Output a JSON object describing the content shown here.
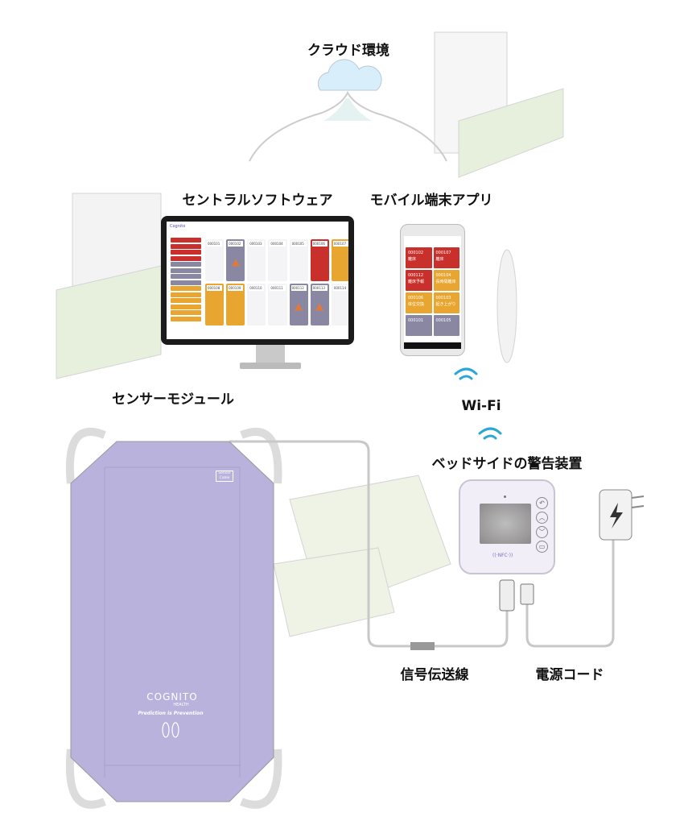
{
  "labels": {
    "cloud": "クラウド環境",
    "central": "セントラルソフトウェア",
    "mobile": "モバイル端末アプリ",
    "sensor": "センサーモジュール",
    "wifi": "Wi-Fi",
    "bedside": "ベッドサイドの警告装置",
    "signal": "信号伝送線",
    "power": "電源コード"
  },
  "colors": {
    "red": "#c9302c",
    "orange": "#e8a630",
    "grey": "#8a87a3",
    "white": "#f4f4f6",
    "mat": "#b8b2dc"
  },
  "monitor": {
    "logo": "Cognito",
    "tiles": [
      {
        "id": "000101",
        "s": "white"
      },
      {
        "id": "000102",
        "s": "grey"
      },
      {
        "id": "000103",
        "s": "white"
      },
      {
        "id": "000104",
        "s": "white"
      },
      {
        "id": "000105",
        "s": "white"
      },
      {
        "id": "000106",
        "s": "red"
      },
      {
        "id": "000107",
        "s": "orange"
      },
      {
        "id": "000108",
        "s": "orange"
      },
      {
        "id": "000109",
        "s": "orange"
      },
      {
        "id": "000110",
        "s": "white"
      },
      {
        "id": "000111",
        "s": "white"
      },
      {
        "id": "000112",
        "s": "grey"
      },
      {
        "id": "000113",
        "s": "grey"
      },
      {
        "id": "000114",
        "s": "white"
      }
    ],
    "sidebar": [
      "red",
      "red",
      "red",
      "red",
      "grey",
      "grey",
      "grey",
      "grey",
      "orange",
      "orange",
      "orange",
      "orange",
      "orange",
      "orange"
    ]
  },
  "phone": {
    "tiles": [
      {
        "id": "000102",
        "text": "離床",
        "s": "red"
      },
      {
        "id": "000107",
        "text": "離床",
        "s": "red"
      },
      {
        "id": "000112",
        "text": "離床予報",
        "s": "red"
      },
      {
        "id": "000104",
        "text": "長時間離床",
        "s": "orange"
      },
      {
        "id": "000106",
        "text": "体位交換",
        "s": "orange"
      },
      {
        "id": "000103",
        "text": "起き上がり",
        "s": "orange"
      },
      {
        "id": "000101",
        "text": "",
        "s": "grey"
      },
      {
        "id": "000105",
        "text": "",
        "s": "grey"
      }
    ]
  },
  "mat": {
    "brand": "COGNITO",
    "brand_sub": "HEALTH",
    "tagline": "Prediction is Prevention",
    "cable_tag": "Sensor Cable"
  },
  "device": {
    "nfc": "((·NFC·))",
    "buttons": [
      "↶",
      "︿",
      "﹀",
      "▭"
    ]
  }
}
